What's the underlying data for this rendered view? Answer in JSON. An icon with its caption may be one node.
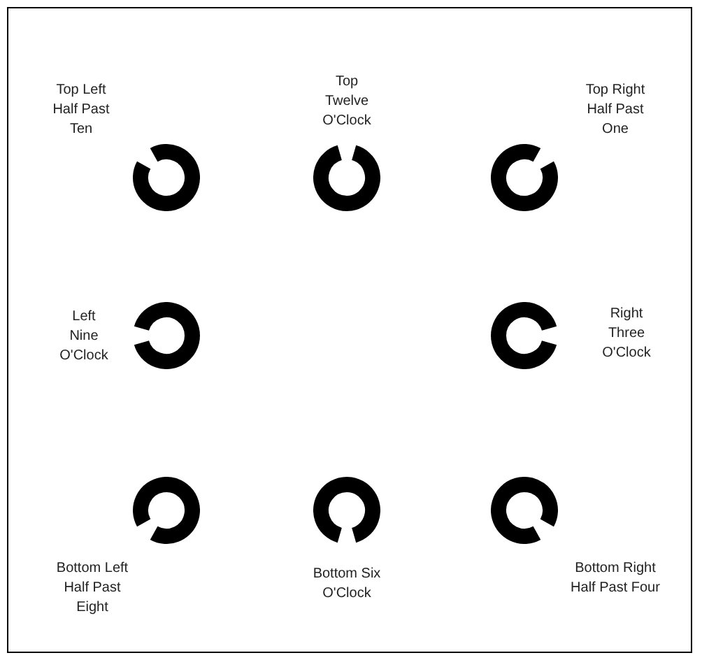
{
  "diagram": {
    "nodes": [
      {
        "text": [],
        "shape": "circle",
        "beside": [
          "Top Left Half Past Ten"
        ]
      },
      {
        "text": [],
        "shape": "circle",
        "beside": [
          "Top Twelve O'Clock"
        ]
      },
      {
        "text": [],
        "shape": "circle",
        "beside": [
          "Top Right Half Past One"
        ]
      },
      {
        "text": [],
        "shape": "circle",
        "beside": [
          "Left Nine O'Clock"
        ]
      },
      {
        "text": [],
        "shape": "circle",
        "beside": [
          "Right Three O'Clock"
        ]
      },
      {
        "text": [],
        "shape": "circle",
        "beside": [
          "Bottom Left Half Past Eight"
        ]
      },
      {
        "text": [],
        "shape": "circle",
        "beside": [
          "Bottom Six O'Clock"
        ]
      },
      {
        "text": [],
        "shape": "circle",
        "beside": [
          "Bottom Right Half Past Four"
        ]
      }
    ]
  }
}
